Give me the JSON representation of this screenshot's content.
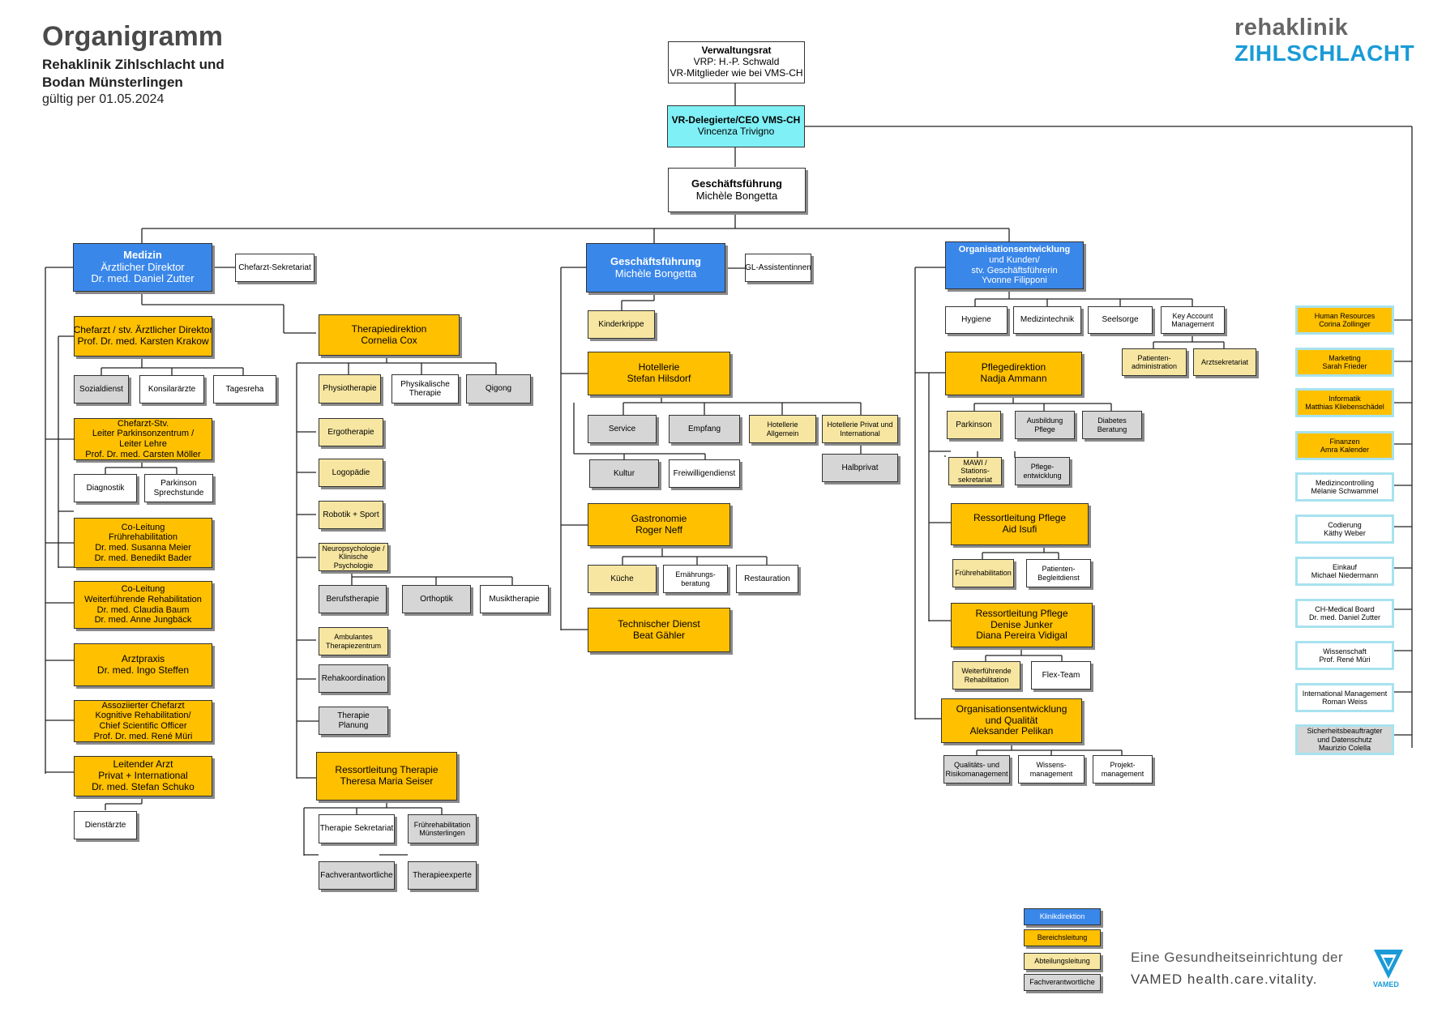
{
  "header": {
    "title": "Organigramm",
    "subtitle_line1": "Rehaklinik Zihlschlacht und",
    "subtitle_line2": "Bodan Münsterlingen",
    "valid": "gültig per 01.05.2024"
  },
  "logo": {
    "line1": "rehaklinik",
    "line2": "ZIHLSCHLACHT"
  },
  "footer": {
    "line1": "Eine Gesundheitseinrichtung der",
    "line2": "VAMED health.care.vitality.",
    "brand": "VAMED"
  },
  "nodes": {
    "vr": [
      "Verwaltungsrat",
      "VRP: H.-P. Schwald",
      "VR-Mitglieder wie bei VMS-CH"
    ],
    "ceo": [
      "VR-Delegierte/CEO VMS-CH",
      "Vincenza Trivigno"
    ],
    "gf_top": [
      "Geschäftsführung",
      "Michèle Bongetta"
    ],
    "med": [
      "Medizin",
      "Ärztlicher Direktor",
      "Dr. med. Daniel Zutter"
    ],
    "chefsek": [
      "Chefarzt-Sekretariat"
    ],
    "gf2": [
      "Geschäftsführung",
      "Michèle Bongetta"
    ],
    "gl": [
      "GL-Assistentinnen"
    ],
    "org": [
      "Organisationsentwicklung",
      "und Kunden/",
      "stv. Geschäftsführerin",
      "Yvonne Filipponi"
    ],
    "chefstv": [
      "Chefarzt / stv. Ärztlicher Direktor",
      "Prof. Dr. med. Karsten Krakow"
    ],
    "sozial": [
      "Sozialdienst"
    ],
    "konsil": [
      "Konsilarärzte"
    ],
    "tages": [
      "Tagesreha"
    ],
    "park": [
      "Chefarzt-Stv.",
      "Leiter Parkinsonzentrum /",
      "Leiter Lehre",
      "Prof. Dr. med. Carsten Möller"
    ],
    "diag": [
      "Diagnostik"
    ],
    "parksp": [
      "Parkinson",
      "Sprechstunde"
    ],
    "colf": [
      "Co-Leitung",
      "Frührehabilitation",
      "Dr. med. Susanna Meier",
      "Dr. med. Benedikt Bader"
    ],
    "colw": [
      "Co-Leitung",
      "Weiterführende Rehabilitation",
      "Dr. med. Claudia Baum",
      "Dr. med. Anne Jungbäck"
    ],
    "arztpraxis": [
      "Arztpraxis",
      "Dr. med. Ingo Steffen"
    ],
    "assoz": [
      "Assoziierter Chefarzt",
      "Kognitive Rehabilitation/",
      "Chief Scientific Officer",
      "Prof. Dr. med. René Müri"
    ],
    "leitarzt": [
      "Leitender Arzt",
      "Privat + International",
      "Dr. med. Stefan Schuko"
    ],
    "dienst": [
      "Dienstärzte"
    ],
    "thdir": [
      "Therapiedirektion",
      "Cornelia Cox"
    ],
    "physio": [
      "Physiotherapie"
    ],
    "physik": [
      "Physikalische",
      "Therapie"
    ],
    "qigong": [
      "Qigong"
    ],
    "ergo": [
      "Ergotherapie"
    ],
    "logo": [
      "Logopädie"
    ],
    "robotik": [
      "Robotik + Sport"
    ],
    "neuro": [
      "Neuropsychologie /",
      "Klinische",
      "Psychologie"
    ],
    "beruf": [
      "Berufstherapie"
    ],
    "orthop": [
      "Orthoptik"
    ],
    "musik": [
      "Musiktherapie"
    ],
    "ambul": [
      "Ambulantes",
      "Therapiezentrum"
    ],
    "rehak": [
      "Rehakoordination"
    ],
    "thplan": [
      "Therapie",
      "Planung"
    ],
    "resth": [
      "Ressortleitung Therapie",
      "Theresa Maria Seiser"
    ],
    "thsek": [
      "Therapie Sekretariat"
    ],
    "fruehm": [
      "Frührehabilitation",
      "Münsterlingen"
    ],
    "fachv": [
      "Fachverantwortliche"
    ],
    "thexp": [
      "Therapieexperte"
    ],
    "kinder": [
      "Kinderkrippe"
    ],
    "hotel": [
      "Hotellerie",
      "Stefan Hilsdorf"
    ],
    "service": [
      "Service"
    ],
    "empfang": [
      "Empfang"
    ],
    "hotallg": [
      "Hotellerie",
      "Allgemein"
    ],
    "hotpriv": [
      "Hotellerie Privat und",
      "International"
    ],
    "kultur": [
      "Kultur"
    ],
    "freiw": [
      "Freiwilligendienst"
    ],
    "halbpriv": [
      "Halbprivat"
    ],
    "gastro": [
      "Gastronomie",
      "Roger Neff"
    ],
    "kueche": [
      "Küche"
    ],
    "ernaehr": [
      "Ernährungs-",
      "beratung"
    ],
    "restau": [
      "Restauration"
    ],
    "techn": [
      "Technischer Dienst",
      "Beat Gähler"
    ],
    "hygiene": [
      "Hygiene"
    ],
    "medtech": [
      "Medizintechnik"
    ],
    "seels": [
      "Seelsorge"
    ],
    "keyacc": [
      "Key Account",
      "Management"
    ],
    "patadm": [
      "Patienten-",
      "administration"
    ],
    "arztsek": [
      "Arztsekretariat"
    ],
    "pfldir": [
      "Pflegedirektion",
      "Nadja Ammann"
    ],
    "parkinson": [
      "Parkinson"
    ],
    "ausb": [
      "Ausbildung",
      "Pflege"
    ],
    "diab": [
      "Diabetes",
      "Beratung"
    ],
    "mawi": [
      "MAWI /",
      "Stations-",
      "sekretariat"
    ],
    "pflent": [
      "Pflege-",
      "entwicklung"
    ],
    "respfl1": [
      "Ressortleitung Pflege",
      "Aid Isufi"
    ],
    "fruehreha": [
      "Frührehabilitation"
    ],
    "patbeg": [
      "Patienten-",
      "Begleitdienst"
    ],
    "respfl2": [
      "Ressortleitung Pflege",
      "Denise Junker",
      "Diana Pereira Vidigal"
    ],
    "weiterf": [
      "Weiterführende",
      "Rehabilitation"
    ],
    "flex": [
      "Flex-Team"
    ],
    "orgq": [
      "Organisationsentwicklung",
      "und Qualität",
      "Aleksander Pelikan"
    ],
    "qrm": [
      "Qualitäts- und",
      "Risikomanagement"
    ],
    "wissm": [
      "Wissens-",
      "management"
    ],
    "projm": [
      "Projekt-",
      "management"
    ],
    "hr": [
      "Human Resources",
      "Corina Zollinger"
    ],
    "mkt": [
      "Marketing",
      "Sarah Frieder"
    ],
    "inf": [
      "Informatik",
      "Matthias Kliebenschädel"
    ],
    "fin": [
      "Finanzen",
      "Amra Kalender"
    ],
    "medctrl": [
      "Medizincontrolling",
      "Mélanie Schwammel"
    ],
    "cod": [
      "Codierung",
      "Käthy Weber"
    ],
    "eink": [
      "Einkauf",
      "Michael Niedermann"
    ],
    "chmed": [
      "CH-Medical Board",
      "Dr. med. Daniel Zutter"
    ],
    "wiss": [
      "Wissenschaft",
      "Prof. René Müri"
    ],
    "intl": [
      "International Management",
      "Roman Weiss"
    ],
    "sich": [
      "Sicherheitsbeauftragter",
      "und Datenschutz",
      "Maurizio Colella"
    ]
  },
  "legend": {
    "items": [
      {
        "label": "Klinikdirektion",
        "color": "#3a87ea"
      },
      {
        "label": "Bereichsleitung",
        "color": "#ffc000"
      },
      {
        "label": "Abteilungsleitung",
        "color": "#f7e6a1"
      },
      {
        "label": "Fachverantwortliche",
        "color": "#d6d6d6"
      }
    ]
  }
}
